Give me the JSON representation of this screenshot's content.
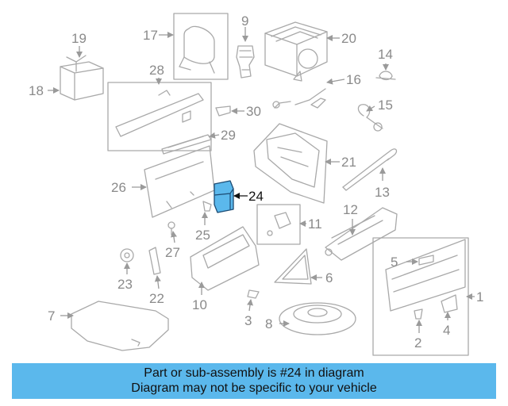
{
  "diagram": {
    "highlight_color": "#5bb8ec",
    "highlighted_part": "24",
    "callouts": [
      "1",
      "2",
      "3",
      "4",
      "5",
      "6",
      "7",
      "8",
      "9",
      "10",
      "11",
      "12",
      "13",
      "14",
      "15",
      "16",
      "17",
      "18",
      "19",
      "20",
      "21",
      "22",
      "23",
      "24",
      "25",
      "26",
      "27",
      "28",
      "29",
      "30"
    ]
  },
  "banner": {
    "line1": "Part or sub-assembly is #24 in diagram",
    "line2": "Diagram may not be specific to your vehicle",
    "background": "#5bb8ec"
  }
}
